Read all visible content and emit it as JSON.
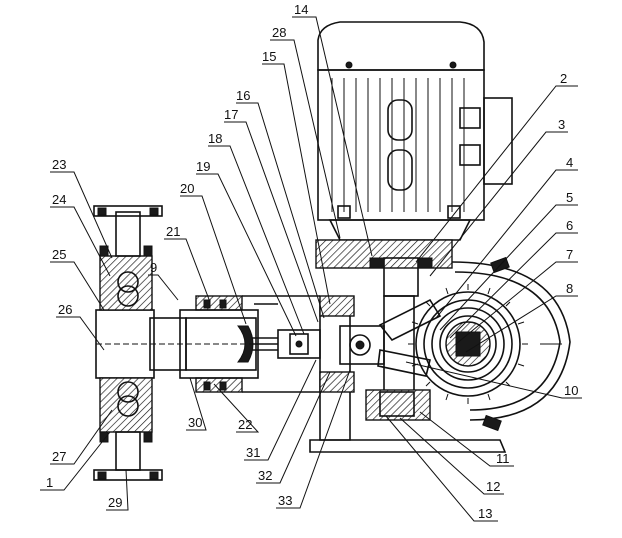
{
  "callouts": [
    {
      "label": "14"
    },
    {
      "label": "28"
    },
    {
      "label": "15"
    },
    {
      "label": "16"
    },
    {
      "label": "17"
    },
    {
      "label": "18"
    },
    {
      "label": "19"
    },
    {
      "label": "20"
    },
    {
      "label": "21"
    },
    {
      "label": "23"
    },
    {
      "label": "24"
    },
    {
      "label": "25"
    },
    {
      "label": "9"
    },
    {
      "label": "26"
    },
    {
      "label": "2"
    },
    {
      "label": "3"
    },
    {
      "label": "4"
    },
    {
      "label": "5"
    },
    {
      "label": "6"
    },
    {
      "label": "7"
    },
    {
      "label": "8"
    },
    {
      "label": "10"
    },
    {
      "label": "11"
    },
    {
      "label": "12"
    },
    {
      "label": "13"
    },
    {
      "label": "33"
    },
    {
      "label": "32"
    },
    {
      "label": "31"
    },
    {
      "label": "22"
    },
    {
      "label": "30"
    },
    {
      "label": "27"
    },
    {
      "label": "1"
    },
    {
      "label": "29"
    }
  ]
}
